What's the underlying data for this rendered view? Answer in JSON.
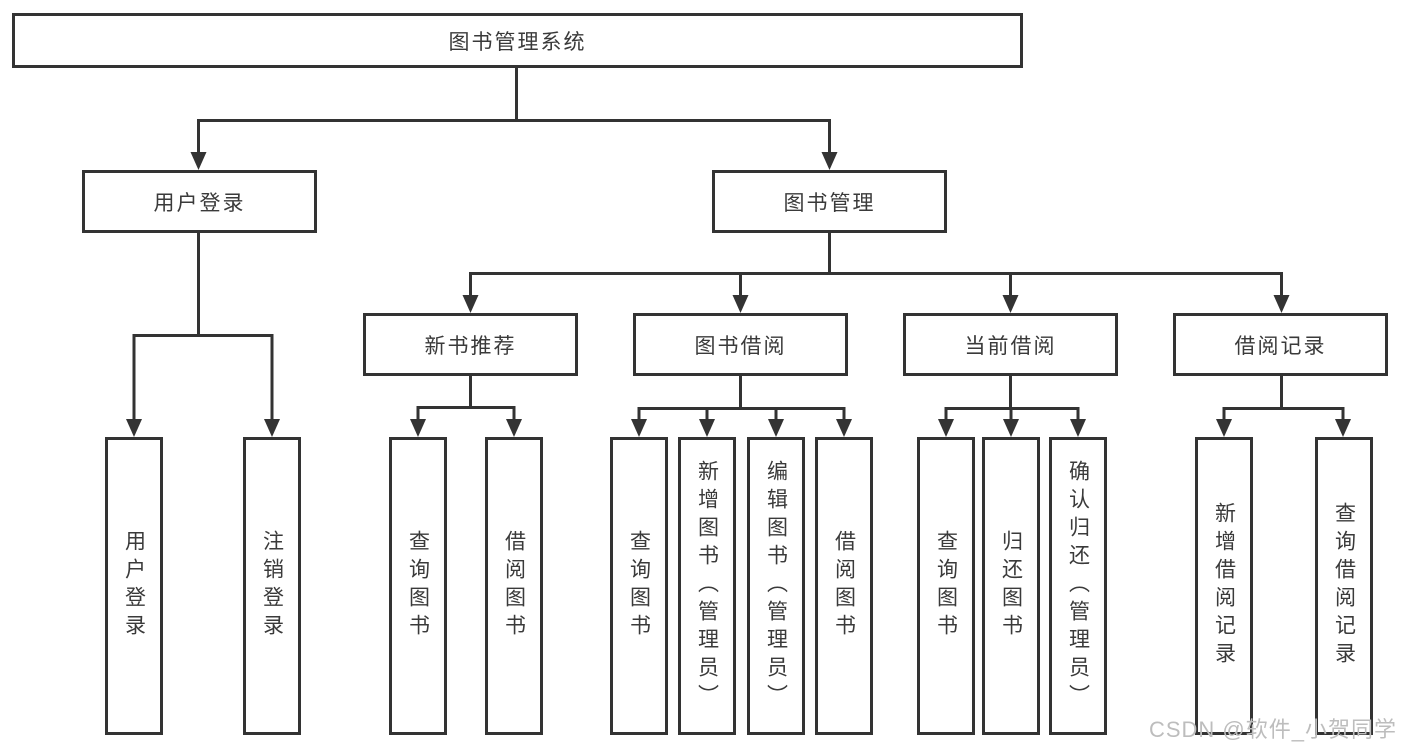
{
  "colors": {
    "line": "#333333",
    "background": "#ffffff",
    "text": "#3a3a3a",
    "watermark": "#bdbdbd"
  },
  "watermark": {
    "text": "CSDN @软件_小贺同学"
  },
  "diagram": {
    "root": {
      "label": "图书管理系统"
    },
    "children": [
      {
        "label": "用户登录",
        "children": [
          {
            "label": "用户登录"
          },
          {
            "label": "注销登录"
          }
        ]
      },
      {
        "label": "图书管理",
        "children": [
          {
            "label": "新书推荐",
            "children": [
              {
                "label": "查询图书"
              },
              {
                "label": "借阅图书"
              }
            ]
          },
          {
            "label": "图书借阅",
            "children": [
              {
                "label": "查询图书"
              },
              {
                "label": "新增图书（管理员）"
              },
              {
                "label": "编辑图书（管理员）"
              },
              {
                "label": "借阅图书"
              }
            ]
          },
          {
            "label": "当前借阅",
            "children": [
              {
                "label": "查询图书"
              },
              {
                "label": "归还图书"
              },
              {
                "label": "确认归还（管理员）"
              }
            ]
          },
          {
            "label": "借阅记录",
            "children": [
              {
                "label": "新增借阅记录"
              },
              {
                "label": "查询借阅记录"
              }
            ]
          }
        ]
      }
    ]
  }
}
